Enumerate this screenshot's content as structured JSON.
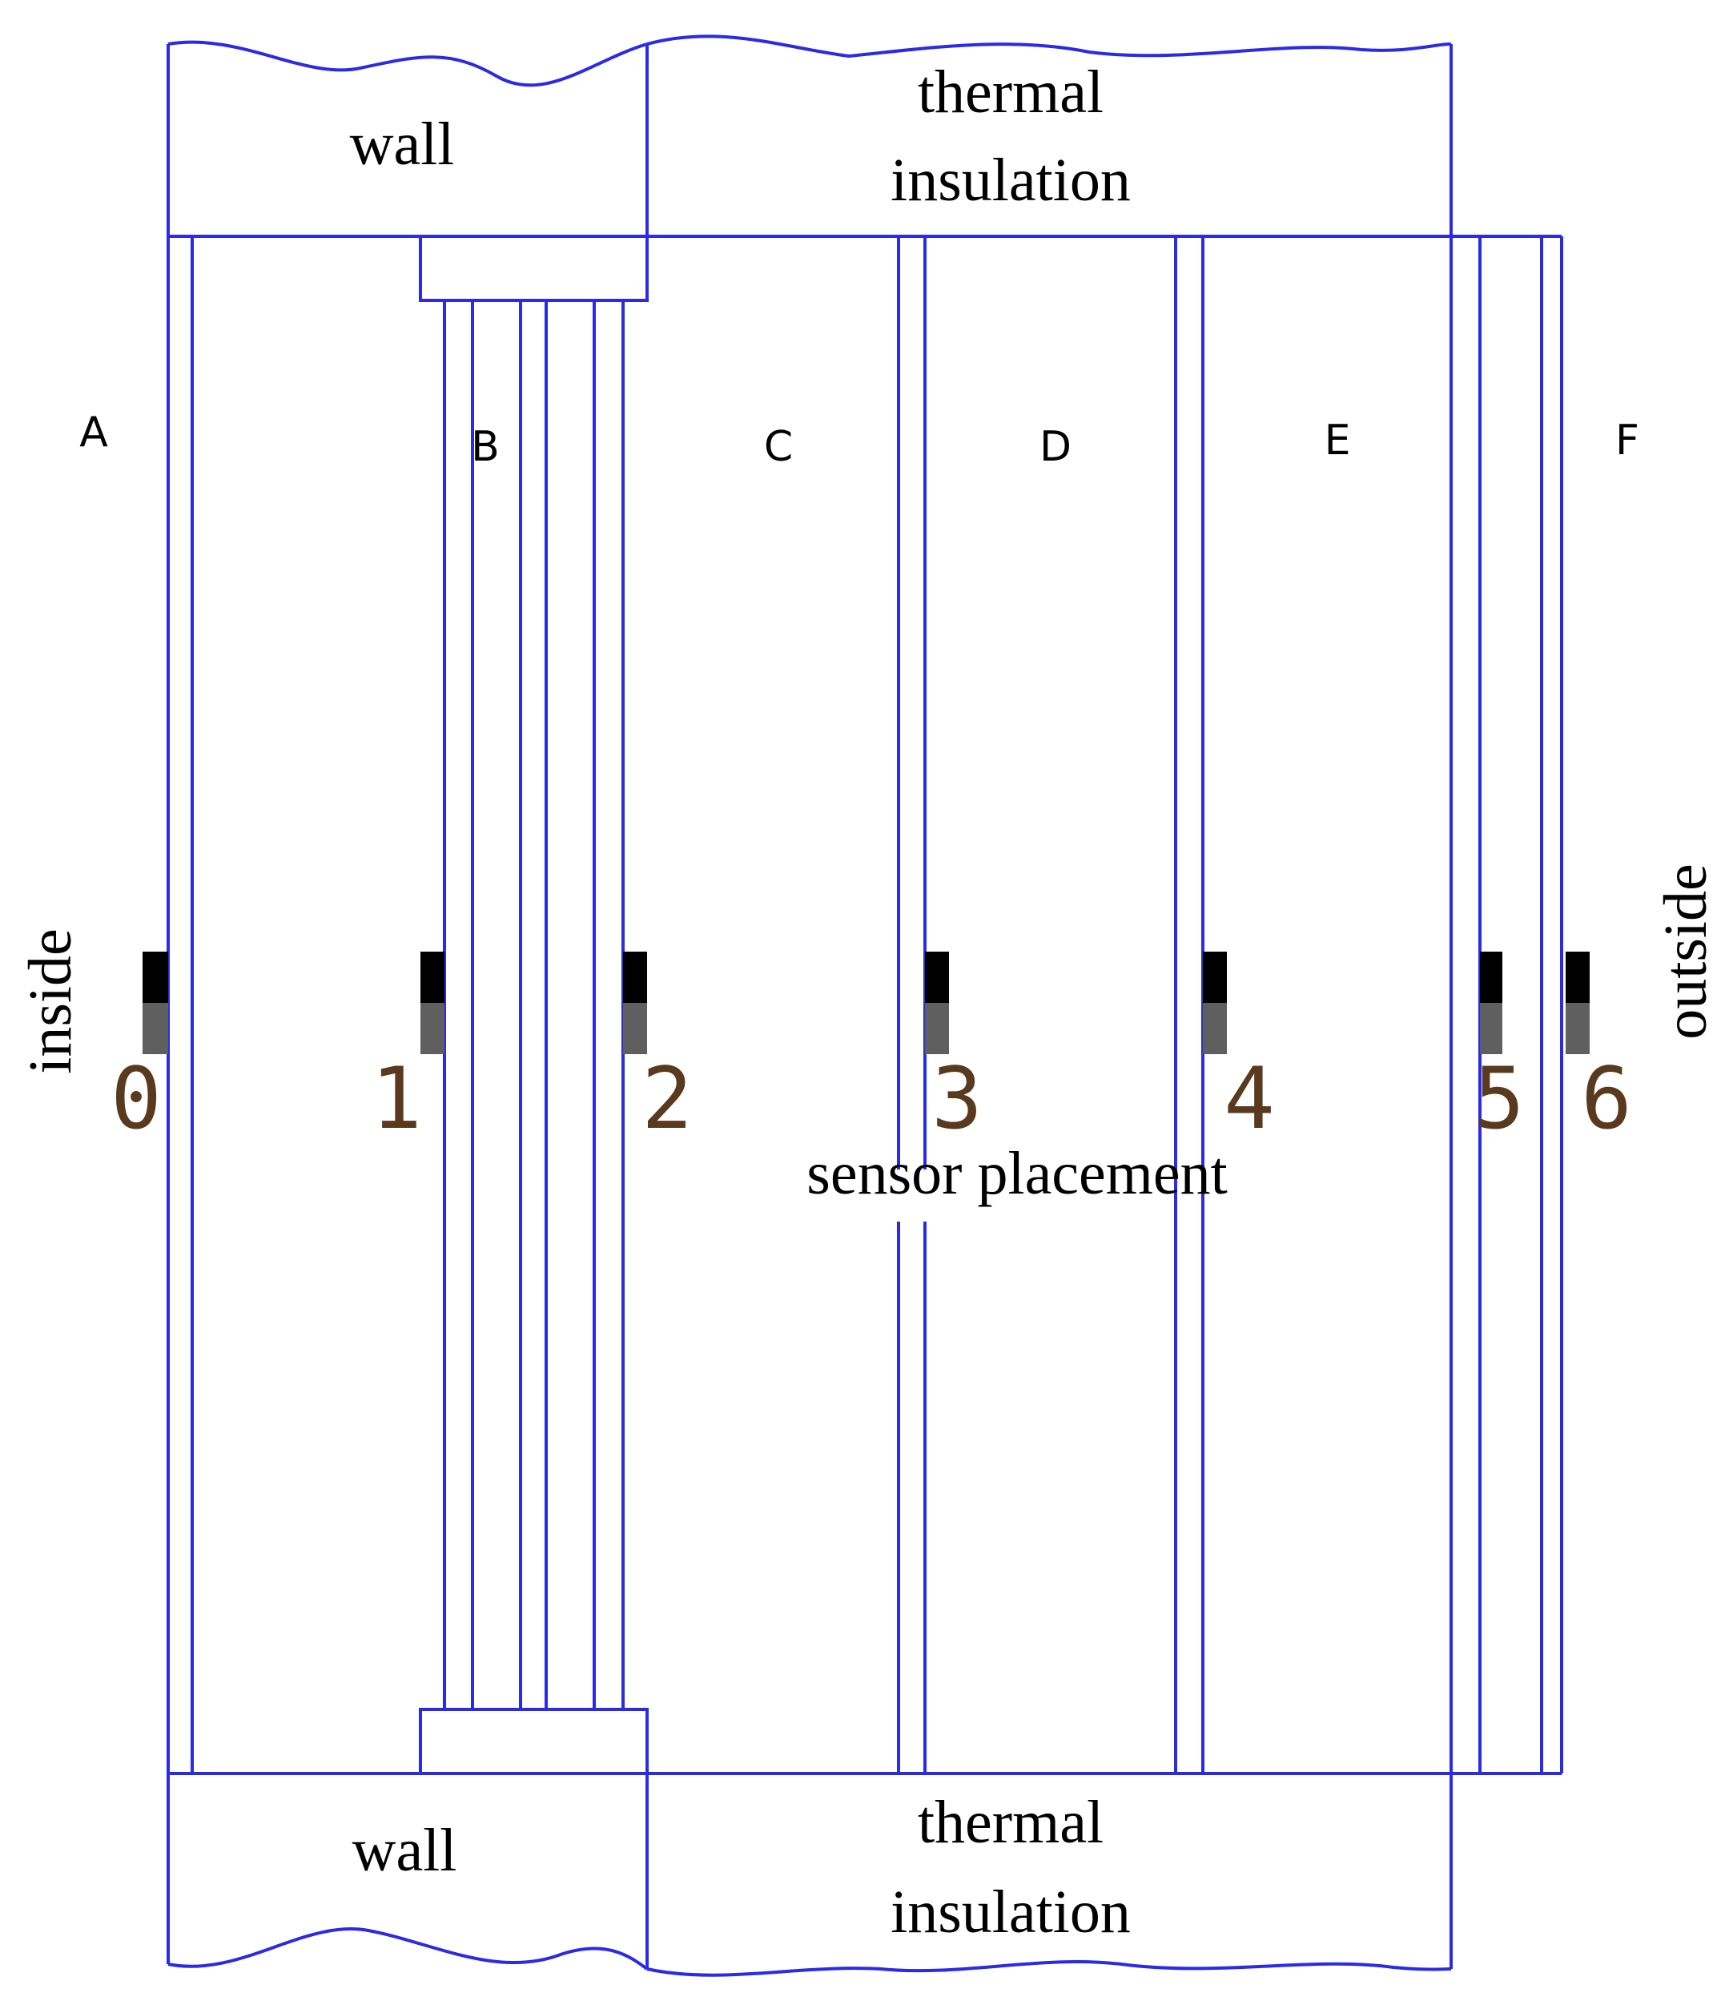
{
  "colors": {
    "line": "#2a2ae8",
    "sensor_top": "#000000",
    "sensor_bottom": "#5f5f5f",
    "number": "#5a3a1e"
  },
  "labels": {
    "wall_top": "wall",
    "insulation_top_1": "thermal",
    "insulation_top_2": "insulation",
    "wall_bottom": "wall",
    "insulation_bottom_1": "thermal",
    "insulation_bottom_2": "insulation",
    "inside": "inside",
    "outside": "outside",
    "sensor_placement": "sensor placement"
  },
  "layers": [
    "A",
    "B",
    "C",
    "D",
    "E",
    "F"
  ],
  "sensors": [
    "0",
    "1",
    "2",
    "3",
    "4",
    "5",
    "6"
  ]
}
